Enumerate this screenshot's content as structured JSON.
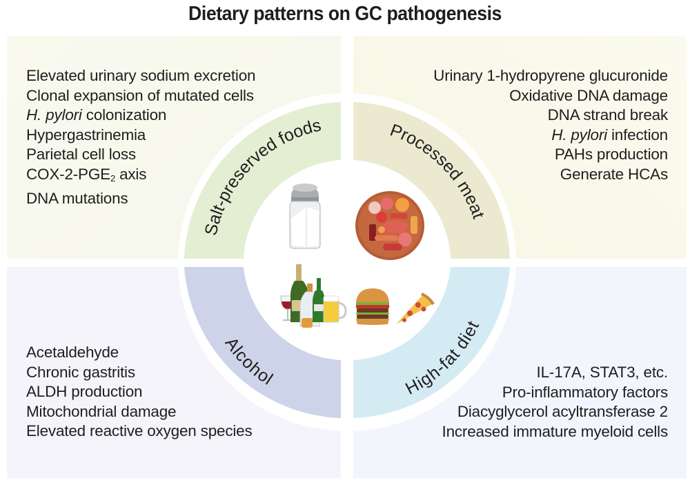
{
  "title": "Dietary patterns on GC pathogenesis",
  "colors": {
    "salt_ring": "#e4eed2",
    "meat_ring": "#ebead0",
    "alcohol_ring": "#cdd3e8",
    "highfat_ring": "#d5ebf3"
  },
  "quadrants": [
    {
      "id": "salt-preserved-foods",
      "label": "Salt-preserved foods",
      "icon": "salt-shaker-icon",
      "factors": [
        "Elevated urinary sodium excretion",
        "Clonal expansion of mutated cells",
        {
          "italic": "H. pylori",
          "rest": " colonization"
        },
        "Hypergastrinemia",
        "Parietal cell loss",
        {
          "pre": "COX-2-PGE",
          "sub": "2",
          "post": " axis"
        },
        "DNA mutations"
      ]
    },
    {
      "id": "processed-meat",
      "label": "Processed meat",
      "icon": "processed-meat-platter-icon",
      "factors": [
        "Urinary 1-hydropyrene glucuronide",
        "Oxidative DNA damage",
        "DNA strand break",
        {
          "italic": "H. pylori",
          "rest": " infection"
        },
        "PAHs production",
        "Generate HCAs"
      ]
    },
    {
      "id": "alcohol",
      "label": "Alcohol",
      "icon": "alcoholic-drinks-icon",
      "factors": [
        "Acetaldehyde",
        "Chronic gastritis",
        "ALDH production",
        "Mitochondrial damage",
        "Elevated reactive oxygen species"
      ]
    },
    {
      "id": "high-fat-diet",
      "label": "High-fat diet",
      "icon": "burger-pizza-icon",
      "factors": [
        "IL-17A, STAT3, etc.",
        "Pro-inflammatory factors",
        "Diacyglycerol acyltransferase 2",
        "Increased immature myeloid cells"
      ]
    }
  ],
  "text": {
    "tl": [
      "Elevated urinary sodium excretion",
      "Clonal expansion of mutated cells",
      "H. pylori",
      " colonization",
      "Hypergastrinemia",
      "Parietal cell loss",
      "COX-2-PGE",
      "2",
      " axis",
      "DNA mutations"
    ],
    "tr": [
      "Urinary 1-hydropyrene glucuronide",
      "Oxidative DNA damage",
      "DNA strand break",
      "H. pylori",
      " infection",
      "PAHs production",
      "Generate HCAs"
    ],
    "bl": [
      "Acetaldehyde",
      "Chronic gastritis",
      "ALDH production",
      "Mitochondrial damage",
      "Elevated reactive oxygen species"
    ],
    "br": [
      "IL-17A, STAT3, etc.",
      "Pro-inflammatory factors",
      "Diacyglycerol acyltransferase 2",
      "Increased immature myeloid cells"
    ]
  }
}
